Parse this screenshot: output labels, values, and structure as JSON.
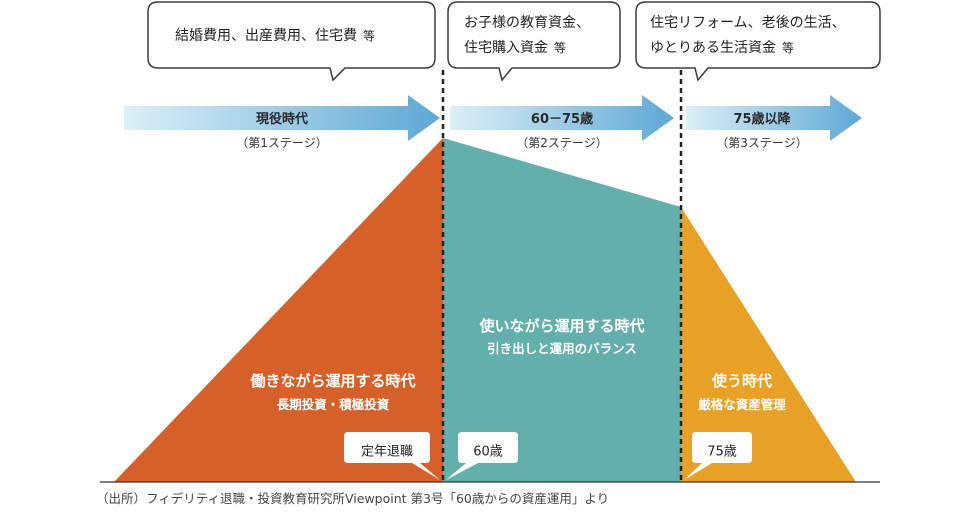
{
  "colors": {
    "stage1": "#D5602A",
    "stage2": "#62AFAC",
    "stage3": "#E8A126",
    "arrow_light": "#DDEFF8",
    "arrow_dark": "#5DA8D3"
  },
  "bubbles": [
    {
      "lines": [
        "結婚費用、出産費用、住宅費"
      ],
      "suffix": "等"
    },
    {
      "lines": [
        "お子様の教育資金、",
        "住宅購入資金"
      ],
      "suffix": "等"
    },
    {
      "lines": [
        "住宅リフォーム、老後の生活、",
        "ゆとりある生活資金"
      ],
      "suffix": "等"
    }
  ],
  "stages": [
    {
      "title": "現役時代",
      "sub": "（第1ステージ）"
    },
    {
      "title": "60－75歳",
      "sub": "（第2ステージ）"
    },
    {
      "title": "75歳以降",
      "sub": "（第3ステージ）"
    }
  ],
  "regions": [
    {
      "title": "働きながら運用する時代",
      "sub": "長期投資・積極投資"
    },
    {
      "title": "使いながら運用する時代",
      "sub": "引き出しと運用のバランス"
    },
    {
      "title": "使う時代",
      "sub": "厳格な資産管理"
    }
  ],
  "tags": [
    "定年退職",
    "60歳",
    "75歳"
  ],
  "source": "（出所）フィデリティ退職・投資教育研究所Viewpoint 第3号「60歳からの資産運用」より"
}
